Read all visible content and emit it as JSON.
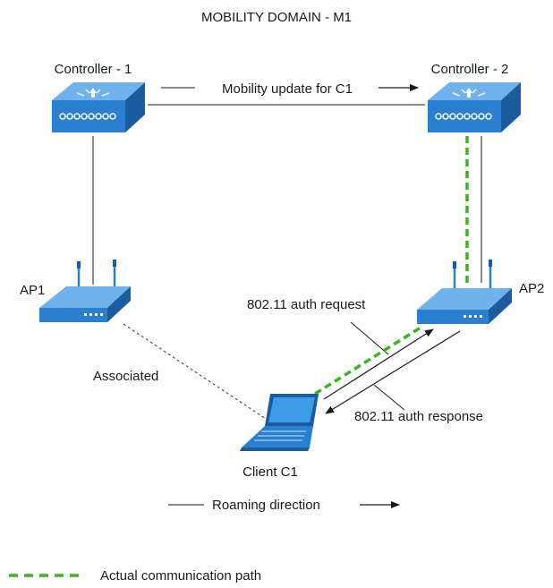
{
  "diagram": {
    "title": "MOBILITY DOMAIN - M1",
    "controller1_label": "Controller - 1",
    "controller2_label": "Controller - 2",
    "mobility_update_label": "Mobility update for C1",
    "ap1_label": "AP1",
    "ap2_label": "AP2",
    "auth_request_label": "802.11 auth request",
    "auth_response_label": "802.11 auth response",
    "associated_label": "Associated",
    "client_label": "Client C1",
    "roaming_label": "Roaming direction"
  },
  "legend": {
    "label": "Actual communication path",
    "color": "#3cb61f"
  },
  "colors": {
    "device_blue": "#2b7fd0",
    "device_dark": "#1a5c9e",
    "line": "#1a1a1a",
    "dotted": "#555555"
  }
}
